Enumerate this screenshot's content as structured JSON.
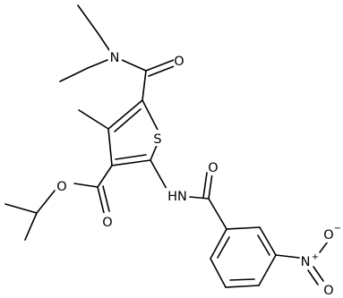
{
  "molecule": {
    "atom_labels": {
      "amide_N": "N",
      "amide_O": "O",
      "thiophene_S": "S",
      "ester_O_ether": "O",
      "ester_O_carbonyl": "O",
      "NH": "HN",
      "benzoyl_O": "O",
      "nitro_N": "N",
      "nitro_N_charge": "+",
      "nitro_O_minus": "O",
      "nitro_O_minus_charge": "−",
      "nitro_O": "O"
    }
  },
  "colors": {
    "ink": "#000000",
    "background": "#ffffff"
  }
}
